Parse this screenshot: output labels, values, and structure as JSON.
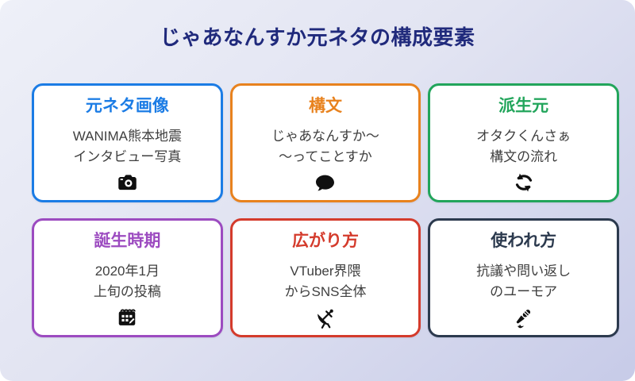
{
  "title": "じゃあなんすか元ネタの構成要素",
  "theme": {
    "background_top": "#eef0f8",
    "background_bottom": "#c7cbe8",
    "title_color": "#202a7c",
    "card_background": "#ffffff",
    "body_text_color": "#3f3f3f",
    "icon_color": "#101010"
  },
  "cards": [
    {
      "title": "元ネタ画像",
      "color": "#1b7ce5",
      "line1": "WANIMA熊本地震",
      "line2": "インタビュー写真",
      "icon": "camera-icon"
    },
    {
      "title": "構文",
      "color": "#e8821e",
      "line1": "じゃあなんすか〜",
      "line2": "〜ってことすか",
      "icon": "speech-bubble-icon"
    },
    {
      "title": "派生元",
      "color": "#22a55b",
      "line1": "オタクくんさぁ",
      "line2": "構文の流れ",
      "icon": "cycle-icon"
    },
    {
      "title": "誕生時期",
      "color": "#9c4bc0",
      "line1": "2020年1月",
      "line2": "上旬の投稿",
      "icon": "calendar-icon"
    },
    {
      "title": "広がり方",
      "color": "#d43b2c",
      "line1": "VTuber界隈",
      "line2": "からSNS全体",
      "icon": "satellite-dish-icon"
    },
    {
      "title": "使われ方",
      "color": "#2c3a4e",
      "line1": "抗議や問い返し",
      "line2": "のユーモア",
      "icon": "microphone-icon"
    }
  ]
}
